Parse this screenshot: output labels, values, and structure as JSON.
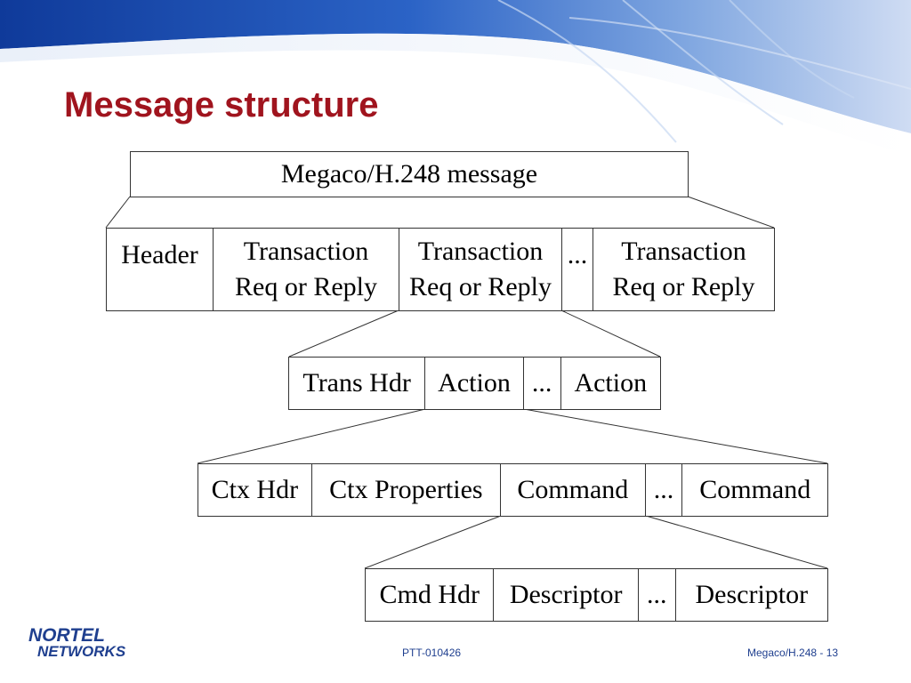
{
  "slide": {
    "title": "Message structure"
  },
  "diagram": {
    "message": {
      "label": "Megaco/H.248 message"
    },
    "level1": {
      "cells": [
        {
          "line1": "Header",
          "line2": ""
        },
        {
          "line1": "Transaction",
          "line2": "Req or Reply"
        },
        {
          "line1": "Transaction",
          "line2": "Req or Reply"
        },
        {
          "line1": "...",
          "line2": ""
        },
        {
          "line1": "Transaction",
          "line2": "Req or Reply"
        }
      ]
    },
    "level2": {
      "cells": [
        "Trans Hdr",
        "Action",
        "...",
        "Action"
      ]
    },
    "level3": {
      "cells": [
        "Ctx Hdr",
        "Ctx Properties",
        "Command",
        "...",
        "Command"
      ]
    },
    "level4": {
      "cells": [
        "Cmd Hdr",
        "Descriptor",
        "...",
        "Descriptor"
      ]
    }
  },
  "footer": {
    "logo_line1": "NORTEL",
    "logo_line2": "NETWORKS",
    "center_text": "PTT-010426",
    "page_text": "Megaco/H.248 - 13"
  },
  "colors": {
    "title": "#a0141e",
    "banner_blue": "#1f4aa8",
    "footer_blue": "#1f3f8f"
  }
}
